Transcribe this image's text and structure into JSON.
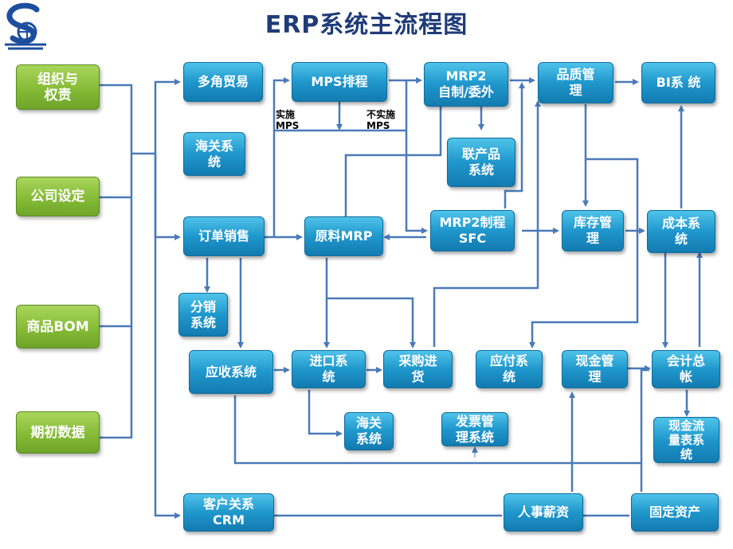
{
  "title": "ERP系统主流程图",
  "left_boxes": {
    "org": "组织与\n权责",
    "company": "公司设定",
    "bom": "商品BOM",
    "initial": "期初数据"
  },
  "boxes": {
    "trade": "多角贸易",
    "mps": "MPS排程",
    "mrp2_make": "MRP2\n自制/委外",
    "quality": "品质管\n理",
    "bi": "BI系 统",
    "customs1": "海关系\n统",
    "coproduct": "联产品\n系统",
    "order": "订单销售",
    "material_mrp": "原料MRP",
    "mrp2_sfc": "MRP2制程\nSFC",
    "inventory": "库存管\n理",
    "cost": "成本系\n统",
    "distribution": "分销\n系统",
    "receivable": "应收系统",
    "import": "进口系\n统",
    "purchase": "采购进\n货",
    "payable": "应付系\n统",
    "cash": "现金管\n理",
    "ledger": "会计总\n帐",
    "customs2": "海关\n系统",
    "invoice": "发票管\n理系统",
    "cashflow": "现金流\n量表系\n统",
    "crm": "客户关系\nCRM",
    "hr": "人事薪资",
    "fixed_assets": "固定资产"
  },
  "notes": {
    "impl": "实施\nMPS",
    "no_impl": "不实施\nMPS"
  },
  "colors": {
    "title": "#1f3b78",
    "box_blue": "#1f97cc",
    "box_green": "#86bb37",
    "line": "#4a7ab8"
  },
  "icons": [
    "company-logo-icon"
  ]
}
